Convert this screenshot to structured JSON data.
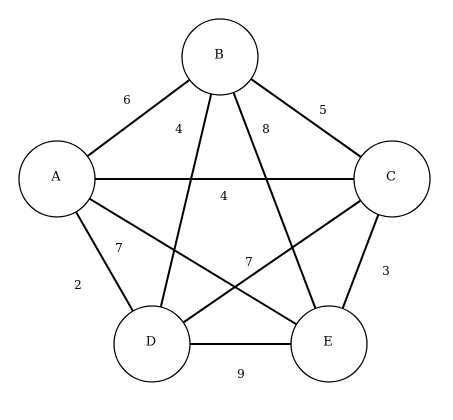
{
  "graph": {
    "nodes": [
      {
        "id": "A",
        "label": "A"
      },
      {
        "id": "B",
        "label": "B"
      },
      {
        "id": "C",
        "label": "C"
      },
      {
        "id": "D",
        "label": "D"
      },
      {
        "id": "E",
        "label": "E"
      }
    ],
    "edges": [
      {
        "from": "A",
        "to": "B",
        "weight": "6"
      },
      {
        "from": "B",
        "to": "C",
        "weight": "5"
      },
      {
        "from": "B",
        "to": "D",
        "weight": "4"
      },
      {
        "from": "B",
        "to": "E",
        "weight": "8"
      },
      {
        "from": "A",
        "to": "C",
        "weight": "4"
      },
      {
        "from": "A",
        "to": "E",
        "weight": "7"
      },
      {
        "from": "C",
        "to": "D",
        "weight": "7"
      },
      {
        "from": "A",
        "to": "D",
        "weight": "2"
      },
      {
        "from": "C",
        "to": "E",
        "weight": "3"
      },
      {
        "from": "D",
        "to": "E",
        "weight": "9"
      }
    ]
  }
}
